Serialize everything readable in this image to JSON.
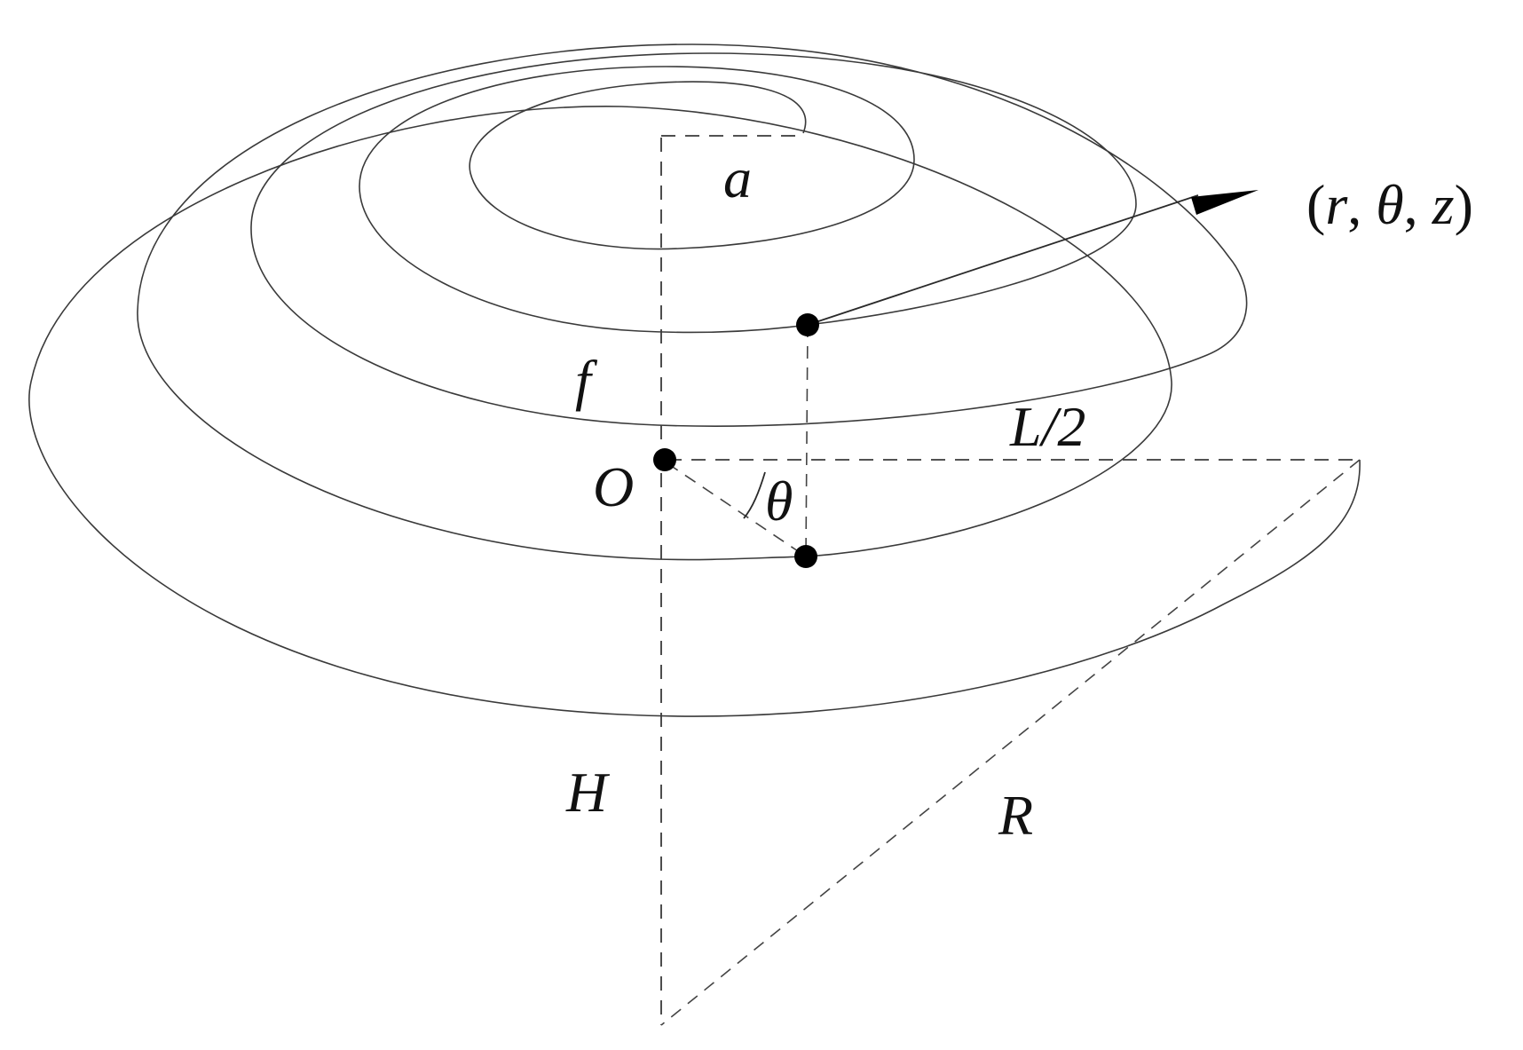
{
  "labels": {
    "a": "a",
    "f": "f",
    "half_length": "L/2",
    "origin": "O",
    "theta": "θ",
    "height": "H",
    "radius": "R",
    "coord_open": "(",
    "coord_r": "r",
    "coord_sep1": ", ",
    "coord_theta": "θ",
    "coord_sep2": ", ",
    "coord_z": "z",
    "coord_close": ")"
  },
  "colors": {
    "stroke": "#3a3a3a",
    "text": "#111111",
    "dot": "#000000"
  }
}
